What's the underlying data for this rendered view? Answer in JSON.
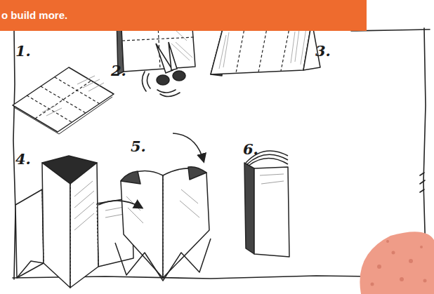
{
  "diagram": {
    "nodes": [
      {
        "text": [
          "o build more."
        ]
      }
    ],
    "labels": [
      "1.",
      "2.",
      "3.",
      "4.",
      "5.",
      "6."
    ]
  }
}
